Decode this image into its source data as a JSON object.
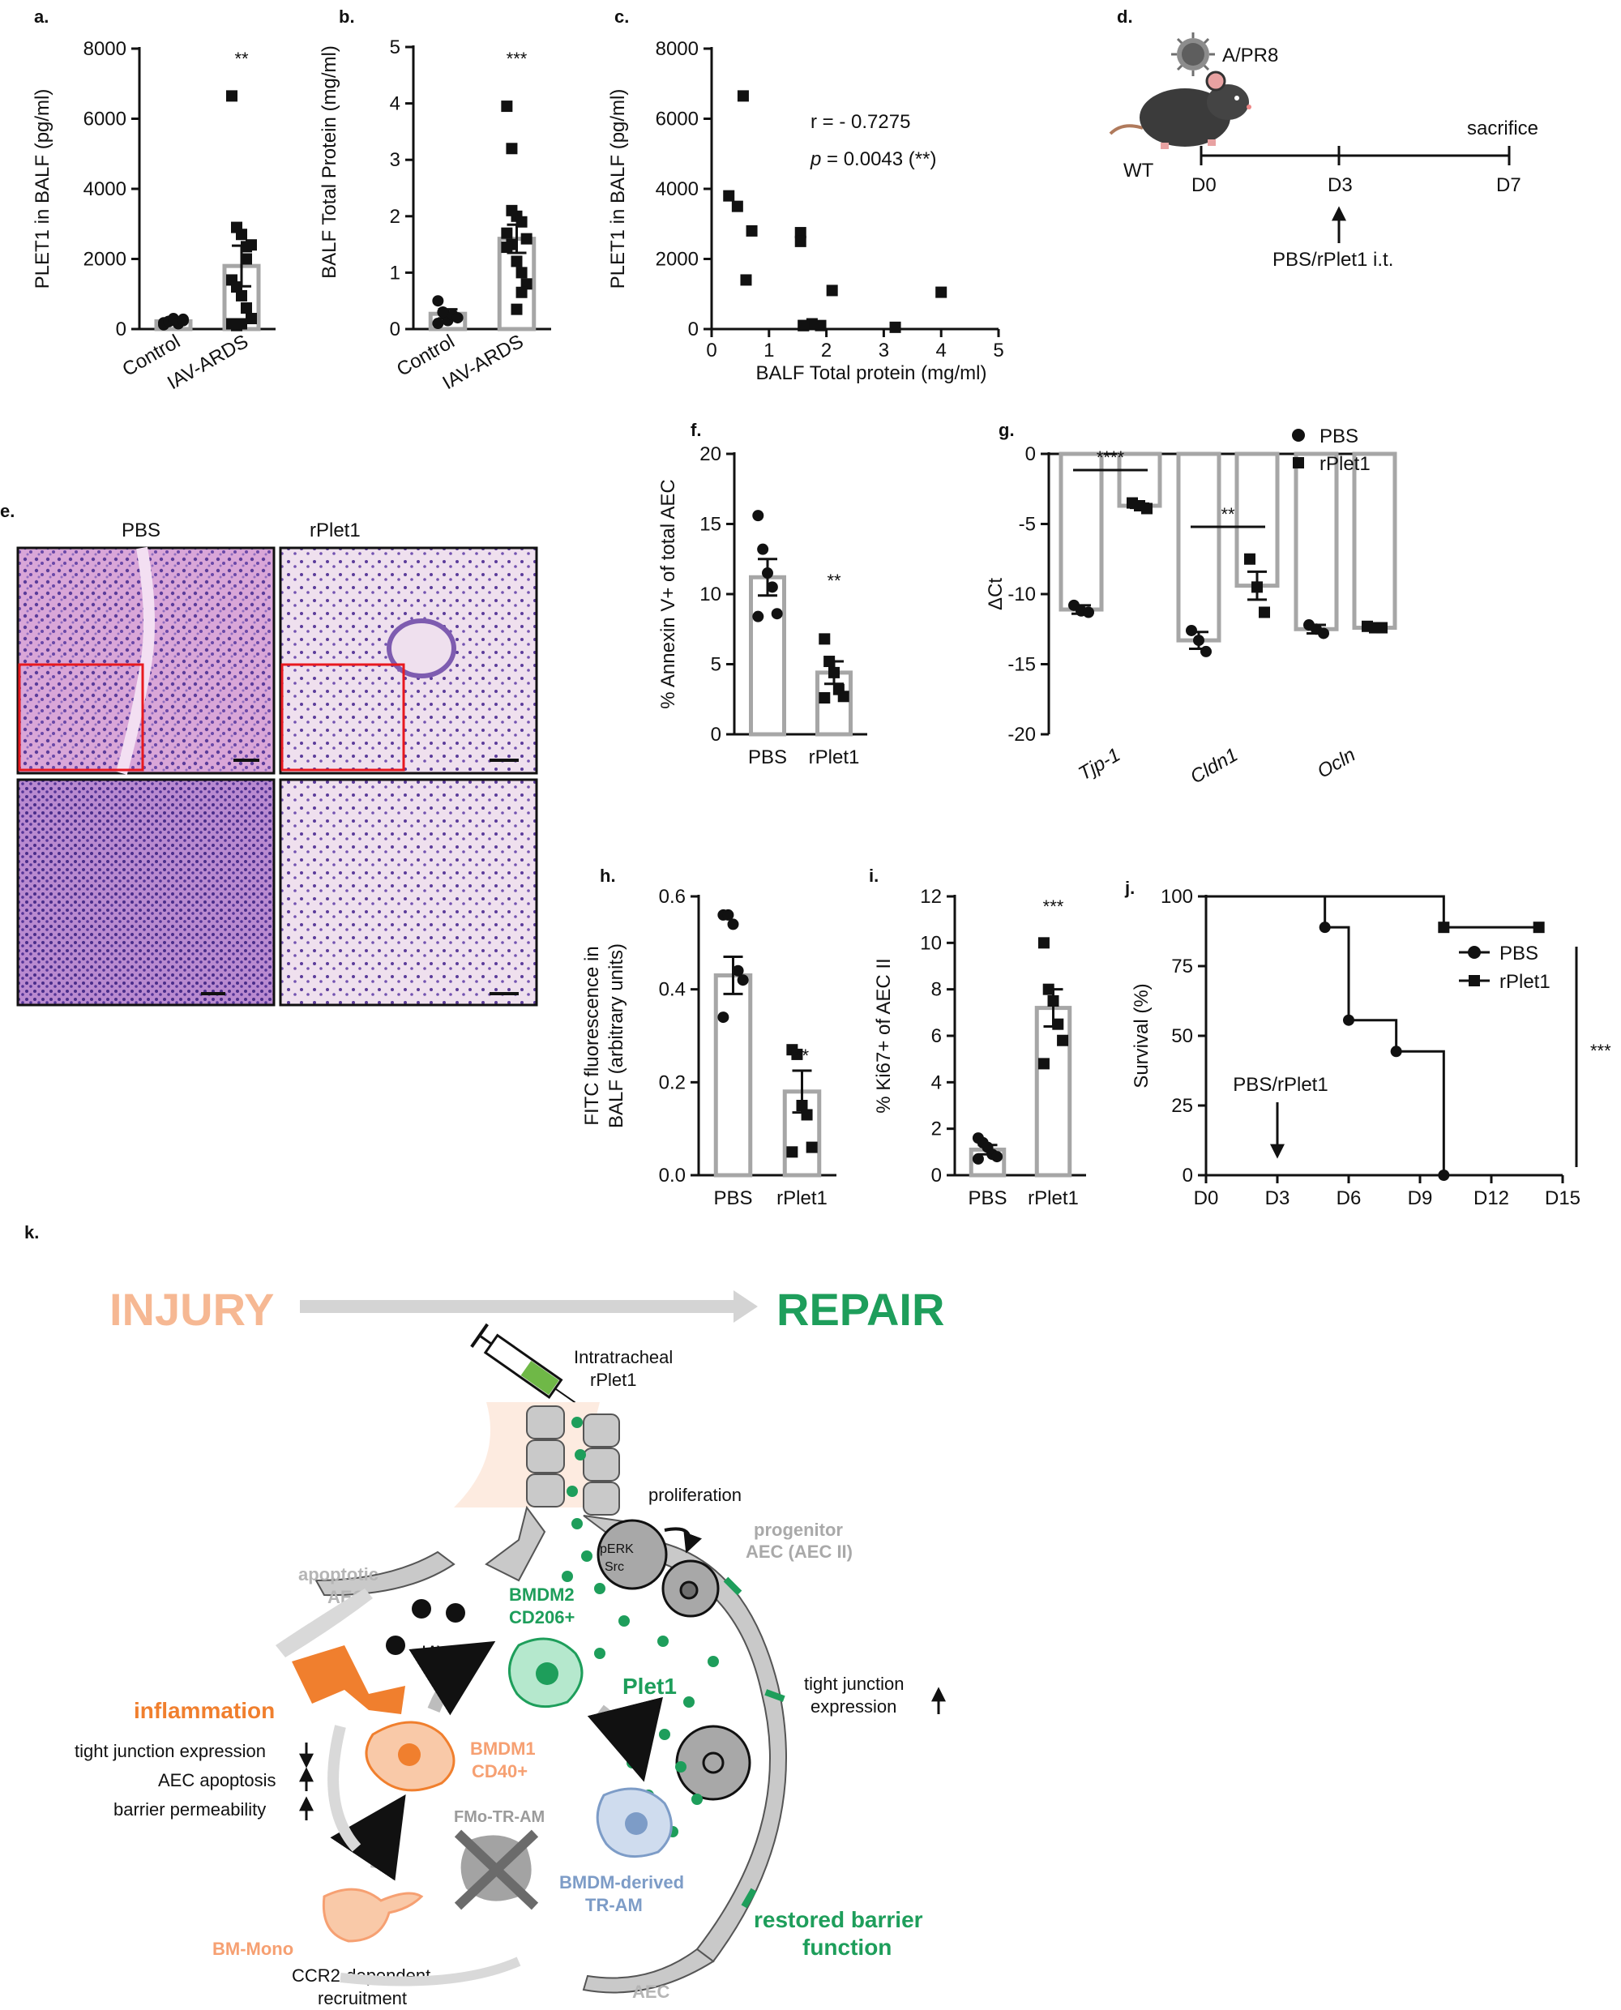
{
  "panels": {
    "a": "a.",
    "b": "b.",
    "c": "c.",
    "d": "d.",
    "e": "e.",
    "f": "f.",
    "g": "g.",
    "h": "h.",
    "i": "i.",
    "j": "j.",
    "k": "k."
  },
  "colors": {
    "bar": "#a6a6a6",
    "axis": "#111111",
    "orange": "#f07f2e",
    "peach": "#f6b893",
    "green": "#1e9e5b",
    "gray_cell": "#b7b7b7",
    "blue_cell": "#9fb5d6",
    "he_pink": "#c987c8",
    "he_purple": "#5b3c9a",
    "red_box": "#e8191f"
  },
  "chart_data": [
    {
      "id": "a",
      "type": "bar",
      "ylabel": "PLET1 in BALF (pg/ml)",
      "categories": [
        "Control",
        "IAV-ARDS"
      ],
      "ylim": [
        0,
        8000
      ],
      "yticks": [
        "0",
        "2000",
        "4000",
        "6000",
        "8000"
      ],
      "values": [
        220,
        1800
      ],
      "errors": [
        50,
        580
      ],
      "significance": "**",
      "points": [
        [
          180,
          210,
          250,
          150,
          280,
          120,
          220,
          300,
          170,
          240
        ],
        [
          6650,
          2900,
          2700,
          2350,
          2400,
          1400,
          1200,
          950,
          600,
          300,
          150,
          100,
          150,
          2000
        ]
      ]
    },
    {
      "id": "b",
      "type": "bar",
      "ylabel": "BALF Total Protein (mg/ml)",
      "categories": [
        "Control",
        "IAV-ARDS"
      ],
      "ylim": [
        0,
        5
      ],
      "yticks": [
        "0",
        "1",
        "2",
        "3",
        "4",
        "5"
      ],
      "values": [
        0.27,
        1.6
      ],
      "errors": [
        0.08,
        0.25
      ],
      "significance": "***",
      "points": [
        [
          0.5,
          0.3,
          0.15,
          0.25,
          0.2,
          0.1,
          0.3
        ],
        [
          3.95,
          3.2,
          2.0,
          1.9,
          1.6,
          1.7,
          1.5,
          1.2,
          1.0,
          0.8,
          1.45,
          2.1,
          0.35,
          0.65
        ]
      ]
    },
    {
      "id": "c",
      "type": "scatter",
      "ylabel": "PLET1 in BALF (pg/ml)",
      "xlabel": "BALF Total protein (mg/ml)",
      "xlim": [
        0,
        5
      ],
      "ylim": [
        0,
        8000
      ],
      "xticks": [
        "0",
        "1",
        "2",
        "3",
        "4",
        "5"
      ],
      "yticks": [
        "0",
        "2000",
        "4000",
        "6000",
        "8000"
      ],
      "annotation_r": "r = - 0.7275",
      "annotation_p_italic": "p",
      "annotation_p_rest": " = 0.0043 (**)",
      "points": [
        [
          0.3,
          3800
        ],
        [
          0.45,
          3500
        ],
        [
          0.55,
          6650
        ],
        [
          0.6,
          1400
        ],
        [
          0.7,
          2800
        ],
        [
          1.55,
          2750
        ],
        [
          1.55,
          2500
        ],
        [
          1.6,
          100
        ],
        [
          1.75,
          150
        ],
        [
          1.9,
          100
        ],
        [
          2.1,
          1100
        ],
        [
          3.2,
          50
        ],
        [
          4.0,
          1050
        ],
        [
          1.6,
          100
        ]
      ]
    },
    {
      "id": "f",
      "type": "bar",
      "ylabel": "% Annexin V+ of total AEC",
      "categories": [
        "PBS",
        "rPlet1"
      ],
      "ylim": [
        0,
        20
      ],
      "yticks": [
        "0",
        "5",
        "10",
        "15",
        "20"
      ],
      "values": [
        11.2,
        4.4
      ],
      "errors": [
        1.3,
        0.8
      ],
      "significance": "**",
      "points": [
        [
          15.6,
          13.2,
          11.5,
          10.5,
          8.6,
          8.4
        ],
        [
          6.8,
          5.2,
          4.4,
          3.2,
          2.7,
          2.6
        ]
      ]
    },
    {
      "id": "g",
      "type": "bar",
      "ylabel": "ΔCt",
      "categories": [
        "Tjp-1",
        "Cldn1",
        "Ocln"
      ],
      "ylim": [
        -20,
        0
      ],
      "yticks": [
        "-20",
        "-15",
        "-10",
        "-5",
        "0"
      ],
      "series": [
        {
          "name": "PBS",
          "values": [
            -11.1,
            -13.3,
            -12.5
          ],
          "errors": [
            0.3,
            0.6,
            0.3
          ],
          "points": [
            [
              -10.8,
              -11.2,
              -11.3
            ],
            [
              -12.6,
              -13.3,
              -14.1
            ],
            [
              -12.2,
              -12.5,
              -12.8
            ]
          ]
        },
        {
          "name": "rPlet1",
          "values": [
            -3.7,
            -9.4,
            -12.4
          ],
          "errors": [
            0.15,
            1.0,
            0.1
          ],
          "points": [
            [
              -3.5,
              -3.7,
              -3.9
            ],
            [
              -7.5,
              -9.5,
              -11.3
            ],
            [
              -12.3,
              -12.4,
              -12.4
            ]
          ]
        }
      ],
      "significance": [
        {
          "text": "****",
          "group": 0
        },
        {
          "text": "**",
          "group": 1
        }
      ]
    },
    {
      "id": "h",
      "type": "bar",
      "ylabel_line1": "FITC fluorescence in",
      "ylabel_line2": "BALF (arbitrary units)",
      "categories": [
        "PBS",
        "rPlet1"
      ],
      "ylim": [
        0,
        0.6
      ],
      "yticks": [
        "0.0",
        "0.2",
        "0.4",
        "0.6"
      ],
      "values": [
        0.43,
        0.18
      ],
      "errors": [
        0.04,
        0.045
      ],
      "significance": "**",
      "points": [
        [
          0.56,
          0.56,
          0.54,
          0.44,
          0.42,
          0.34
        ],
        [
          0.27,
          0.26,
          0.15,
          0.13,
          0.06,
          0.05
        ]
      ]
    },
    {
      "id": "i",
      "type": "bar",
      "ylabel": "% Ki67+ of AEC II",
      "categories": [
        "PBS",
        "rPlet1"
      ],
      "ylim": [
        0,
        12
      ],
      "yticks": [
        "0",
        "2",
        "4",
        "6",
        "8",
        "10",
        "12"
      ],
      "values": [
        1.1,
        7.2
      ],
      "errors": [
        0.2,
        0.8
      ],
      "significance": "***",
      "points": [
        [
          1.6,
          1.4,
          1.2,
          0.9,
          0.8,
          0.7
        ],
        [
          10.0,
          8.0,
          7.5,
          6.5,
          5.8,
          4.8
        ]
      ]
    },
    {
      "id": "j",
      "type": "line",
      "ylabel": "Survival (%)",
      "xticks": [
        "D0",
        "D3",
        "D6",
        "D9",
        "D12",
        "D15"
      ],
      "xlim": [
        0,
        15
      ],
      "ylim": [
        0,
        100
      ],
      "yticks": [
        "0",
        "25",
        "50",
        "75",
        "100"
      ],
      "series": [
        {
          "name": "PBS",
          "steps": [
            [
              0,
              100
            ],
            [
              5,
              100
            ],
            [
              5,
              88.9
            ],
            [
              6,
              88.9
            ],
            [
              6,
              55.6
            ],
            [
              8,
              55.6
            ],
            [
              8,
              44.4
            ],
            [
              10,
              44.4
            ],
            [
              10,
              0
            ]
          ],
          "markers": [
            [
              5,
              88.9
            ],
            [
              6,
              55.6
            ],
            [
              8,
              44.4
            ],
            [
              10,
              0
            ]
          ]
        },
        {
          "name": "rPlet1",
          "steps": [
            [
              0,
              100
            ],
            [
              10,
              100
            ],
            [
              10,
              88.9
            ],
            [
              14,
              88.9
            ]
          ],
          "markers": [
            [
              10,
              88.9
            ],
            [
              14,
              88.9
            ]
          ]
        }
      ],
      "arrow_label": "PBS/rPlet1",
      "arrow_x": 3,
      "significance": "***"
    }
  ],
  "panel_d": {
    "virus": "A/PR8",
    "mouse": "WT",
    "sacrifice": "sacrifice",
    "days": [
      "D0",
      "D3",
      "D7"
    ],
    "treatment": "PBS/rPlet1 i.t."
  },
  "panel_e": {
    "label_left": "PBS",
    "label_right": "rPlet1"
  },
  "panel_k": {
    "injury": "INJURY",
    "repair": "REPAIR",
    "intratracheal_1": "Intratracheal",
    "intratracheal_2": "rPlet1",
    "proliferation": "proliferation",
    "perk": "pERK",
    "src": "Src",
    "progenitor_1": "progenitor",
    "progenitor_2": "AEC (AEC II)",
    "apoptotic_1": "apoptotic",
    "apoptotic_2": "AEC",
    "bmdm2_1": "BMDM2",
    "bmdm2_2": "CD206+",
    "iav": "IAV",
    "plet1": "Plet1",
    "inflammation": "inflammation",
    "tj_up_1": "tight junction",
    "tj_up_2": "expression",
    "tj_down": "tight junction expression",
    "aec_apoptosis": "AEC apoptosis",
    "barrier_perm": "barrier permeability",
    "bmdm1_1": "BMDM1",
    "bmdm1_2": "CD40+",
    "fmo": "FMo-TR-AM",
    "bmdm_derived_1": "BMDM-derived",
    "bmdm_derived_2": "TR-AM",
    "restored_1": "restored barrier",
    "restored_2": "function",
    "bm_mono": "BM-Mono",
    "ccr2_1": "CCR2-dependent",
    "ccr2_2": "recruitment",
    "aec": "AEC"
  }
}
